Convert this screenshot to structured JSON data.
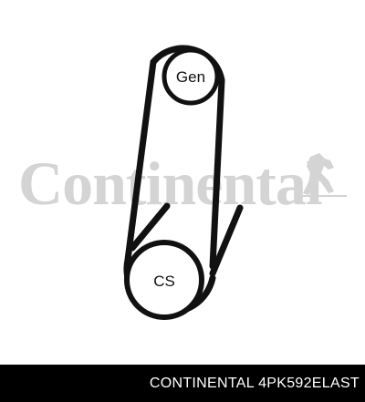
{
  "watermark": {
    "brand": "Continental",
    "logo": "rearing-horse-icon"
  },
  "diagram": {
    "pulleys": [
      {
        "id": "gen",
        "label": "Gen"
      },
      {
        "id": "cs",
        "label": "CS"
      }
    ]
  },
  "footer": {
    "text": "CONTINENTAL 4PK592ELAST"
  },
  "colors": {
    "background": "#ffffff",
    "belt": "#111111",
    "watermark": "#d4d4d4",
    "footer_bg": "#000000",
    "footer_text": "#ffffff"
  }
}
